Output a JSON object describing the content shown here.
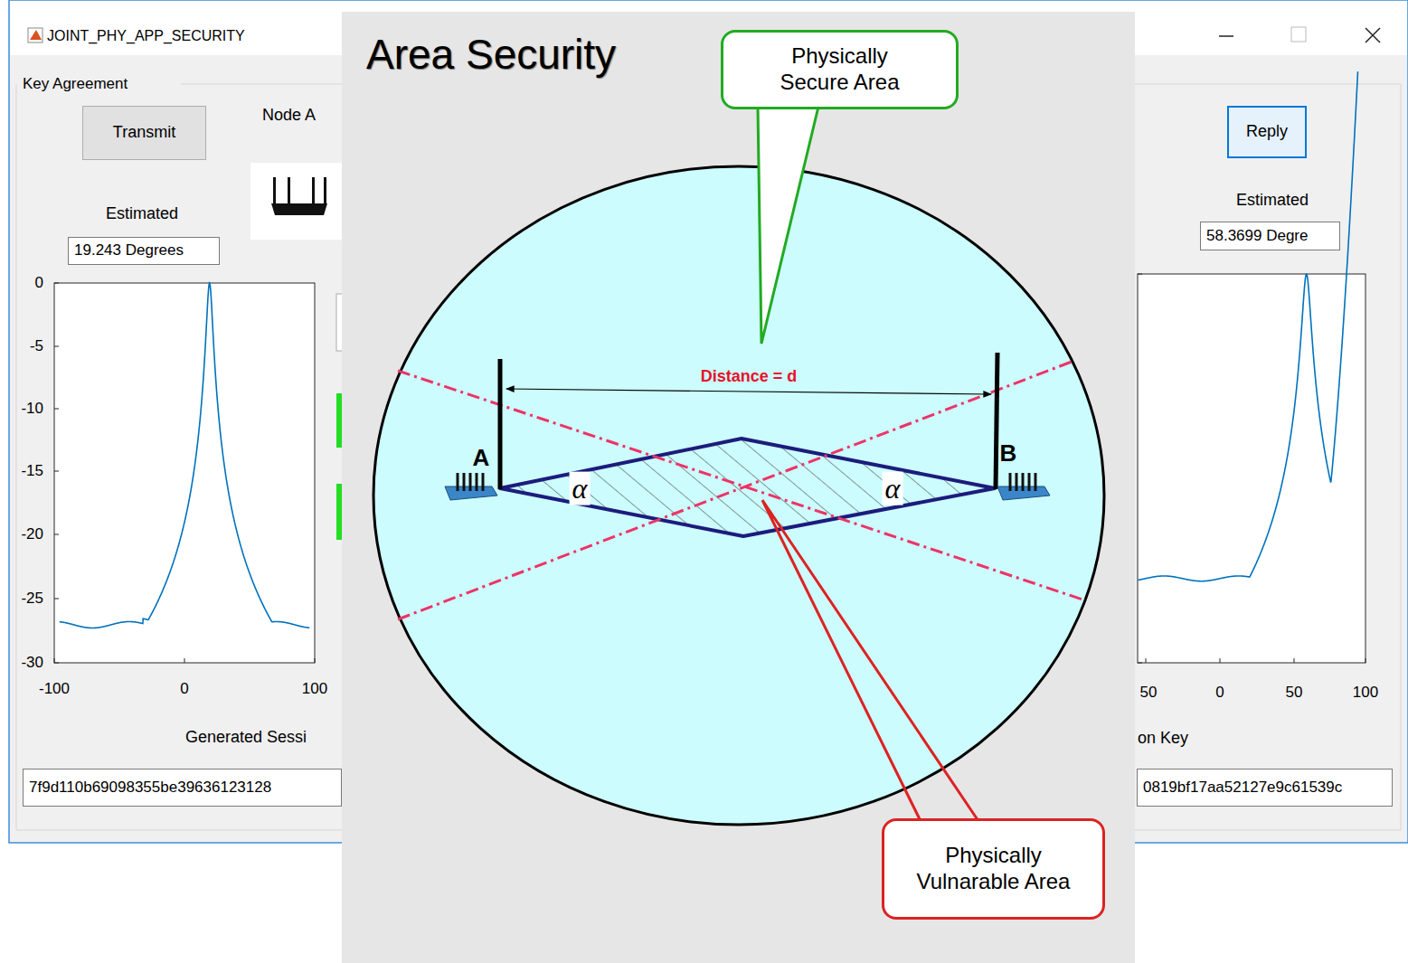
{
  "diagram": {
    "nodes": [
      {
        "text": [
          "Transmit"
        ]
      },
      {
        "text": [
          "19.243 Degrees"
        ]
      },
      {
        "text": [
          "7f9d110b69098355be39636123128"
        ]
      },
      {
        "text": [
          "Reply"
        ]
      },
      {
        "text": [
          "58.3699 Degre"
        ]
      },
      {
        "text": [
          "0819bf17aa52127e9c61539c"
        ]
      },
      {
        "text": [
          "Physically Secure Area"
        ]
      },
      {
        "text": [
          "Physically Vulnarable Area"
        ]
      }
    ],
    "labels": [
      "JOINT_PHY_APP_SECURITY",
      "Key Agreement",
      "Node A",
      "Estimated",
      "0",
      "-5",
      "-10",
      "-15",
      "-20",
      "-25",
      "-30",
      "-100",
      "0",
      "100",
      "Generated Sessi",
      "Estimated",
      "50",
      "0",
      "50",
      "100",
      "on Key",
      "Area Security",
      "Distance = d",
      "A",
      "B",
      "α",
      "α"
    ]
  }
}
